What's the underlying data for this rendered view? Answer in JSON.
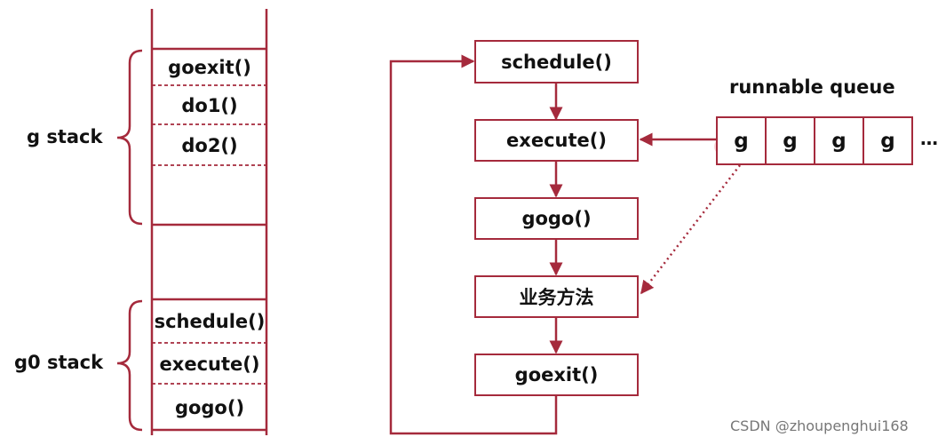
{
  "colors": {
    "accent": "#a52a3c",
    "text": "#111111"
  },
  "g_stack": {
    "label": "g stack",
    "frames": [
      "goexit()",
      "do1()",
      "do2()"
    ]
  },
  "g0_stack": {
    "label": "g0 stack",
    "frames": [
      "schedule()",
      "execute()",
      "gogo()"
    ]
  },
  "flow": {
    "steps": [
      "schedule()",
      "execute()",
      "gogo()",
      "业务方法",
      "goexit()"
    ]
  },
  "queue": {
    "title": "runnable queue",
    "items": [
      "g",
      "g",
      "g",
      "g"
    ],
    "ellipsis": "…"
  },
  "watermark": "CSDN @zhoupenghui168"
}
